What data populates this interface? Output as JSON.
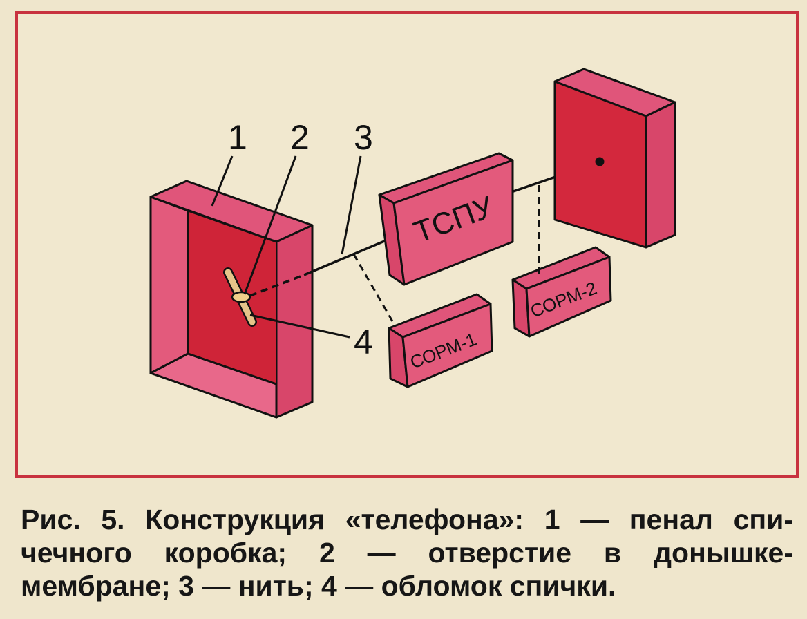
{
  "diagram": {
    "labels": {
      "n1": "1",
      "n2": "2",
      "n3": "3",
      "n4": "4",
      "tspu": "ТСПУ",
      "sorm1": "СОРМ-1",
      "sorm2": "СОРМ-2"
    },
    "colors": {
      "front_red": "#d3283d",
      "face_pink": "#e0557a",
      "frame_red": "#c8323f",
      "outline": "#111111",
      "paper": "#efe6cc"
    }
  },
  "caption": {
    "line1": "Рис. 5. Конструкция «телефона»: 1 — пенал спи-",
    "line2": "чечного коробка; 2 — отверстие в донышке-",
    "line3": "мембране; 3 — нить; 4 — обломок спички."
  }
}
